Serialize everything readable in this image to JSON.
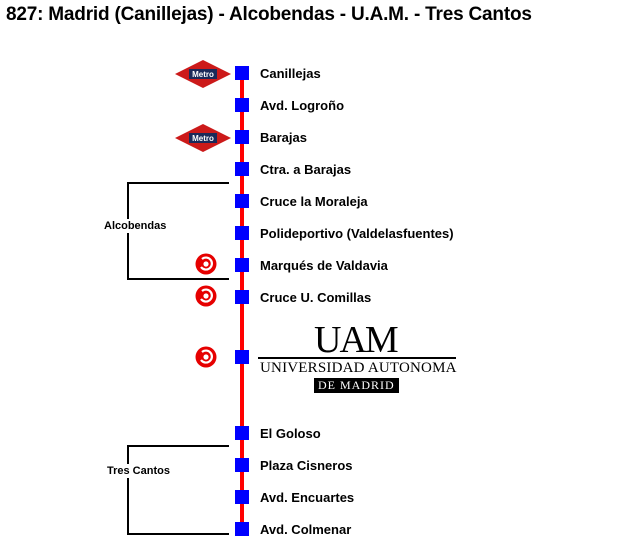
{
  "title": "827: Madrid (Canillejas) - Alcobendas - U.A.M. - Tres Cantos",
  "colors": {
    "line": "#ff0000",
    "stop": "#0000ff",
    "metro": "#cc0000",
    "renfe": "#e60000"
  },
  "stops": [
    {
      "name": "Canillejas",
      "icon": "metro-icon"
    },
    {
      "name": "Avd. Logroño"
    },
    {
      "name": "Barajas",
      "icon": "metro-icon"
    },
    {
      "name": "Ctra. a Barajas"
    },
    {
      "name": "Cruce la Moraleja"
    },
    {
      "name": "Polideportivo (Valdelasfuentes)"
    },
    {
      "name": "Marqués de Valdavia",
      "icon": "cercanias-icon"
    },
    {
      "name": "Cruce U. Comillas",
      "icon": "cercanias-icon"
    },
    {
      "name": "Universidad Autónoma de Madrid",
      "icon": "cercanias-icon"
    },
    {
      "name": "El Goloso"
    },
    {
      "name": "Plaza Cisneros"
    },
    {
      "name": "Avd. Encuartes"
    },
    {
      "name": "Avd. Colmenar"
    }
  ],
  "zones": [
    {
      "name": "Alcobendas"
    },
    {
      "name": "Tres Cantos"
    }
  ],
  "metro_logo_text": "Metro",
  "uam_logo": {
    "letters": "UAM",
    "name": "UNIVERSIDAD AUTONOMA",
    "sub": "DE MADRID"
  }
}
